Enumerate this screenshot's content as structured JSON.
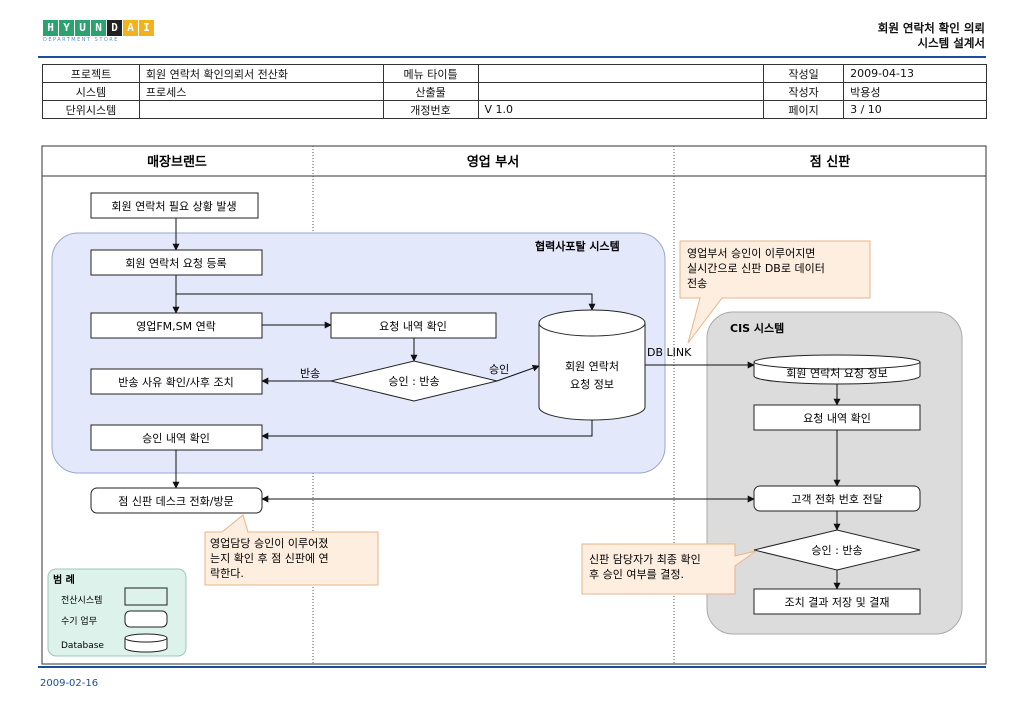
{
  "logo": {
    "letters": [
      "H",
      "Y",
      "U",
      "N",
      "D",
      "A",
      "I"
    ],
    "subtitle": "DEPARTMENT STORE"
  },
  "doc_title": {
    "line1": "회원 연락처 확인 의뢰",
    "line2": "시스템 설계서"
  },
  "info_table": {
    "project_label": "프로젝트",
    "project_value": "회원 연락처 확인의뢰서 전산화",
    "menu_label": "메뉴 타이틀",
    "menu_value": "",
    "date_label": "작성일",
    "date_value": "2009-04-13",
    "system_label": "시스템",
    "system_value": "프로세스",
    "output_label": "산출물",
    "output_value": "",
    "author_label": "작성자",
    "author_value": "박용성",
    "unit_label": "단위시스템",
    "unit_value": "",
    "rev_label": "개정번호",
    "rev_value": "V 1.0",
    "page_label": "페이지",
    "page_value": "3 / 10"
  },
  "lanes": [
    "매장브랜드",
    "영업 부서",
    "점 신판"
  ],
  "regions": {
    "partner_portal": "협력사포탈 시스템",
    "cis": "CIS 시스템"
  },
  "nodes": {
    "need_contact": "회원 연락처 필요 상황 발생",
    "register_request": "회원 연락처 요청 등록",
    "contact_fm_sm": "영업FM,SM 연락",
    "check_request": "요청 내역 확인",
    "decision": "승인 : 반송",
    "return_reason": "반송 사유 확인/사후 조치",
    "member_db_1": "회원 연락처",
    "member_db_2": "요청 정보",
    "check_approval": "승인 내역 확인",
    "desk_call": "점 신판 데스크 전화/방문",
    "cis_db": "회원 연락처 요청 정보",
    "cis_check": "요청 내역 확인",
    "customer_call": "고객 전화 번호 전달",
    "cis_decision": "승인 : 반송",
    "save_result": "조치 결과 저장 및 결재"
  },
  "edge_labels": {
    "return": "반송",
    "approve": "승인",
    "db_link": "DB LINK"
  },
  "notes": {
    "sales_note": [
      "영업부서 승인이 이루어지면",
      "실시간으로 신판 DB로 데이터",
      "전송"
    ],
    "sales_staff_note": [
      "영업담당 승인이 이루어졌",
      "는지 확인 후 점 신판에 연",
      "락한다."
    ],
    "card_note": [
      "신판 담당자가 최종 확인",
      "후 승인 여부를 결정."
    ]
  },
  "legend": {
    "title": "범 례",
    "system": "전산시스템",
    "manual": "수기 업무",
    "database": "Database"
  },
  "footer_date": "2009-02-16",
  "colors": {
    "accent_blue": "#1a4fa0",
    "portal_fill": "#e3e8fb",
    "cis_fill": "#dcdcdc",
    "note_fill": "#fdeee0",
    "legend_fill": "#dcf2ea"
  }
}
